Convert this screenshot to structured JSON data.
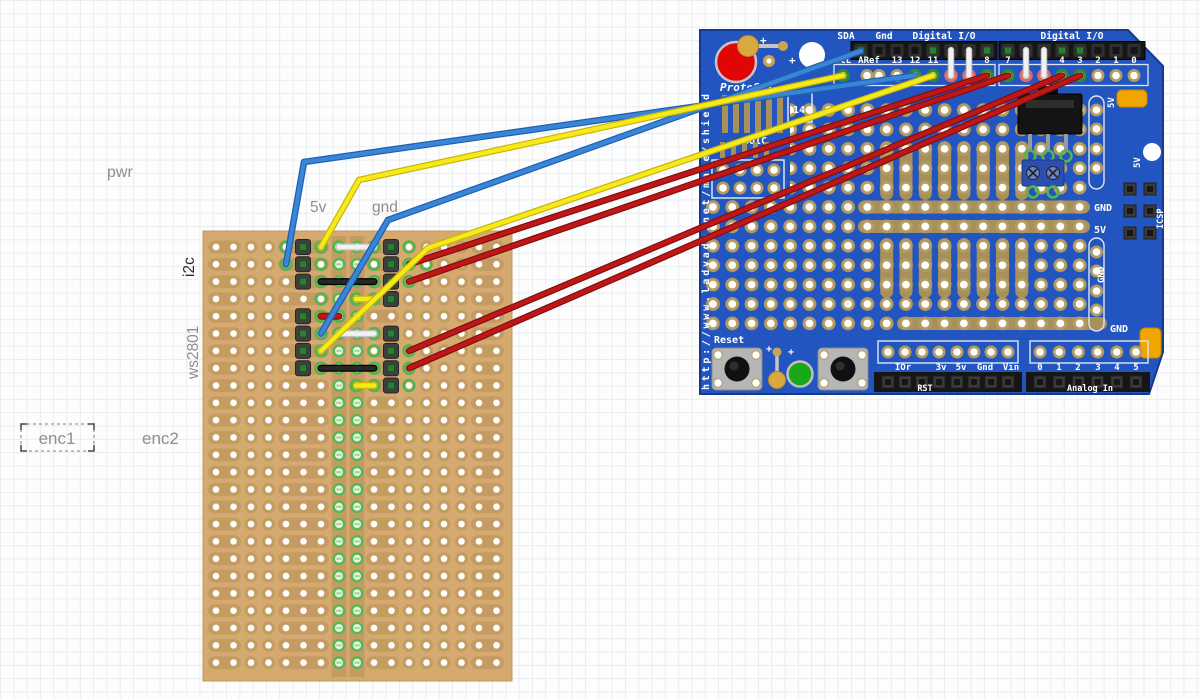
{
  "annotations": {
    "pwr": "pwr",
    "v5": "5v",
    "gnd": "gnd",
    "i2c": "i2c",
    "ws2801": "ws2801",
    "enc1": "enc1",
    "enc2": "enc2"
  },
  "shield": {
    "silk_title": "ProtoShi",
    "url": "http://www.ladyada.net/make/shield",
    "soic_label": "SOIC",
    "ic_pin_count": "14",
    "reset_label": "Reset",
    "rst_label": "RST",
    "analog_in_label": "Analog In",
    "icsp_label": "ICSP",
    "gnd_label": "GND",
    "five_v_label": "5V",
    "header_labels": {
      "sda": "SDA",
      "gnd": "Gnd",
      "digital_io_left": "Digital I/O",
      "digital_io_right": "Digital I/O"
    },
    "pin_labels_left": [
      "SCL",
      "ARef",
      "13",
      "12",
      "11",
      "8"
    ],
    "pin_labels_right": [
      "7",
      "4",
      "3",
      "2",
      "1",
      "0"
    ],
    "power_pin_labels": [
      "IOr",
      "3v",
      "5v",
      "Gnd",
      "Vin"
    ],
    "analog_pin_labels": [
      "0",
      "1",
      "2",
      "3",
      "4",
      "5"
    ]
  },
  "colors": {
    "pcb_blue": "#2355c0",
    "perfboard_tan": "#d5aa70",
    "pad_tan": "#c49c62",
    "wire_red": "#c01616",
    "wire_blue": "#3a85d8",
    "wire_yellow": "#f7ea1c",
    "connected_green": "#55b44e",
    "jumper_white": "#efefef",
    "jumper_black": "#1a1a1a"
  }
}
